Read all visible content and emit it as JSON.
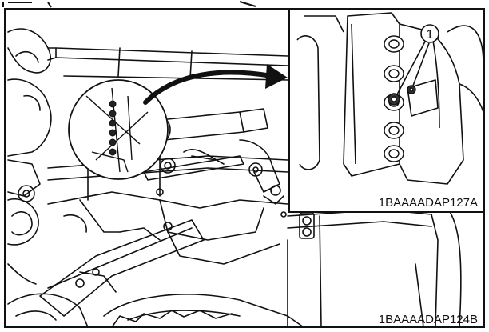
{
  "figure": {
    "inset_caption": "1BAAAADAP127A",
    "main_caption": "1BAAAADAP124B",
    "callout_number": "1",
    "header_fragment": "",
    "line_color": "#111111",
    "background_color": "#ffffff"
  }
}
